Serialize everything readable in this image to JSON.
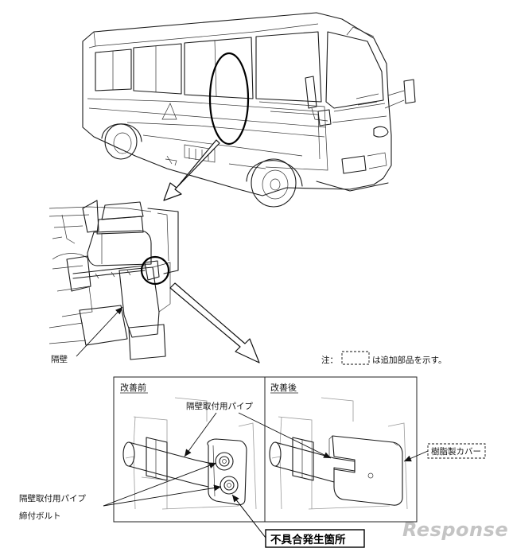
{
  "labels": {
    "partition": "隔壁",
    "note_prefix": "注：",
    "note_suffix": "は追加部品を示す。",
    "before": "改善前",
    "after": "改善後",
    "pipe": "隔壁取付用パイプ",
    "bolt_line1": "隔壁取付用パイプ",
    "bolt_line2": "締付ボルト",
    "cover": "樹脂製カバー",
    "defect": "不具合発生箇所"
  },
  "watermark": {
    "text": "Response."
  }
}
